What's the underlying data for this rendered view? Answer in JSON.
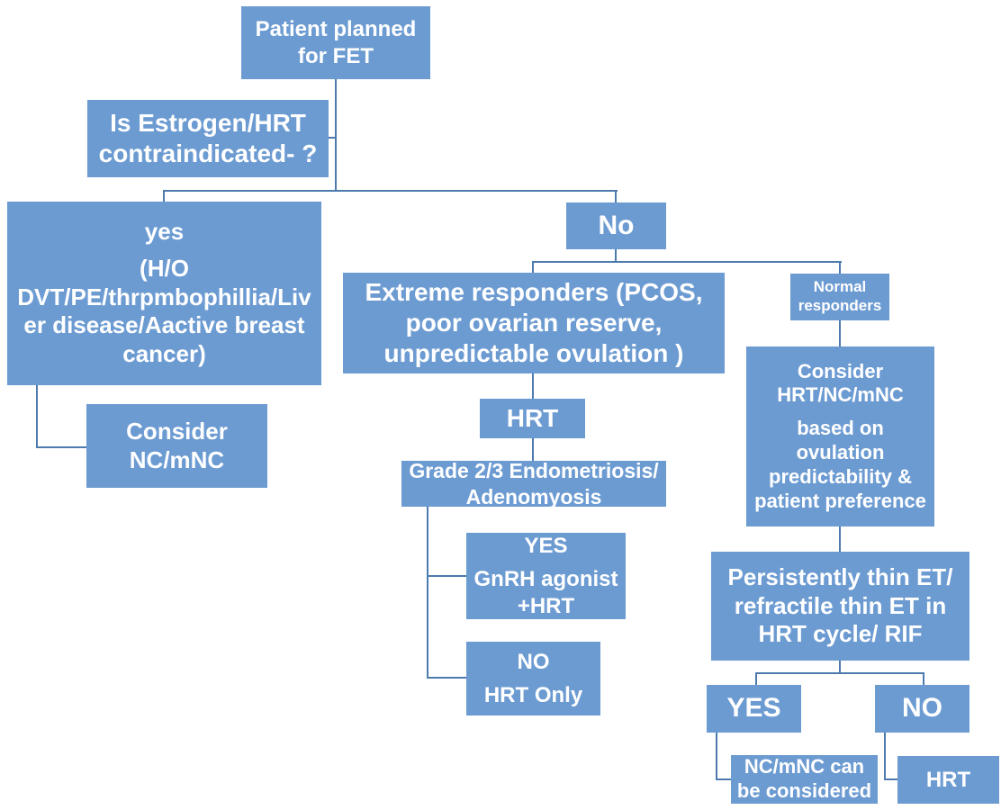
{
  "diagram_title": "FET preparation decision flowchart",
  "colors": {
    "box_fill": "#6C9BD2",
    "connector": "#4E7BAE",
    "text": "#FFFFFF",
    "background": "#FFFFFF"
  },
  "nodes": {
    "patient": {
      "text": "Patient planned for FET"
    },
    "estrogen_question": {
      "text": "Is Estrogen/HRT contraindicated- ?"
    },
    "yes_branch": {
      "label": "yes",
      "detail": "(H/O DVT/PE/thrpmbophillia/Liver disease/Aactive breast cancer)"
    },
    "consider_nc": {
      "text": "Consider NC/mNC"
    },
    "no_branch": {
      "text": "No"
    },
    "extreme_responders": {
      "text": "Extreme responders (PCOS, poor ovarian reserve, unpredictable ovulation )"
    },
    "hrt_mid": {
      "text": "HRT"
    },
    "grade_endometriosis": {
      "text": "Grade 2/3 Endometriosis/ Adenomyosis"
    },
    "yes_mid": {
      "label": "YES",
      "detail": "GnRH agonist +HRT"
    },
    "no_mid": {
      "label": "NO",
      "detail": "HRT Only"
    },
    "normal_responders": {
      "text": "Normal responders"
    },
    "consider_hrt": {
      "line1": "Consider HRT/NC/mNC",
      "line2": "based on ovulation predictability & patient preference"
    },
    "persistently_thin": {
      "text": "Persistently thin ET/ refractile thin ET in HRT cycle/ RIF"
    },
    "yes_bottom": {
      "text": "YES"
    },
    "no_bottom": {
      "text": "NO"
    },
    "nc_considered": {
      "text": "NC/mNC  can be considered"
    },
    "hrt_bottom": {
      "text": "HRT"
    }
  },
  "edges": [
    "Patient planned for FET -> Is Estrogen/HRT contraindicated- ?",
    "Is Estrogen/HRT contraindicated- ? -> yes",
    "Is Estrogen/HRT contraindicated- ? -> No",
    "yes -> Consider NC/mNC",
    "No -> Extreme responders (PCOS, poor ovarian reserve, unpredictable ovulation )",
    "No -> Normal responders",
    "Extreme responders -> HRT",
    "HRT -> Grade 2/3 Endometriosis/ Adenomyosis",
    "Grade 2/3 Endometriosis/ Adenomyosis -> YES (GnRH agonist +HRT)",
    "Grade 2/3 Endometriosis/ Adenomyosis -> NO (HRT Only)",
    "Normal responders -> Consider HRT/NC/mNC based on ovulation predictability & patient preference",
    "Consider HRT/NC/mNC -> Persistently thin ET/ refractile thin ET in HRT cycle/ RIF",
    "Persistently thin ET -> YES",
    "Persistently thin ET -> NO",
    "YES -> NC/mNC can be considered",
    "NO -> HRT"
  ]
}
